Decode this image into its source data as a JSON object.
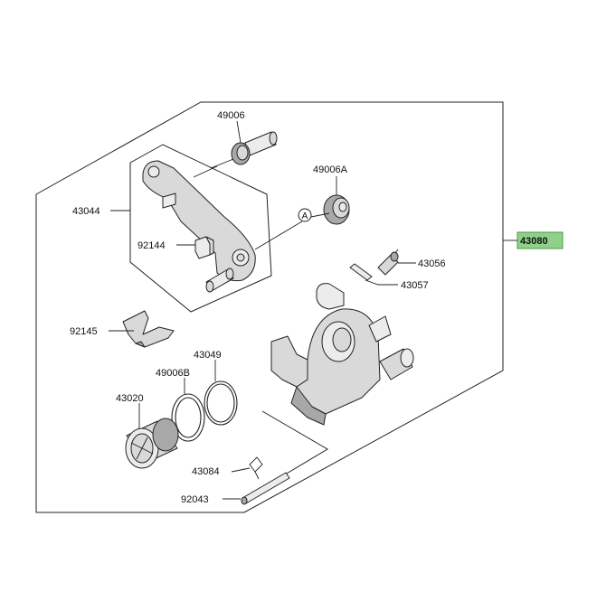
{
  "parts": {
    "p49006": "49006",
    "p49006A": "49006A",
    "p43044": "43044",
    "p92144": "92144",
    "p43080": "43080",
    "p43056": "43056",
    "p43057": "43057",
    "p92145": "92145",
    "p43049": "43049",
    "p49006B": "49006B",
    "p43020": "43020",
    "p43084": "43084",
    "p92043": "92043"
  },
  "ref_marker": "A",
  "colors": {
    "highlight_fill": "#8fd18a",
    "highlight_stroke": "#4d9a48"
  }
}
